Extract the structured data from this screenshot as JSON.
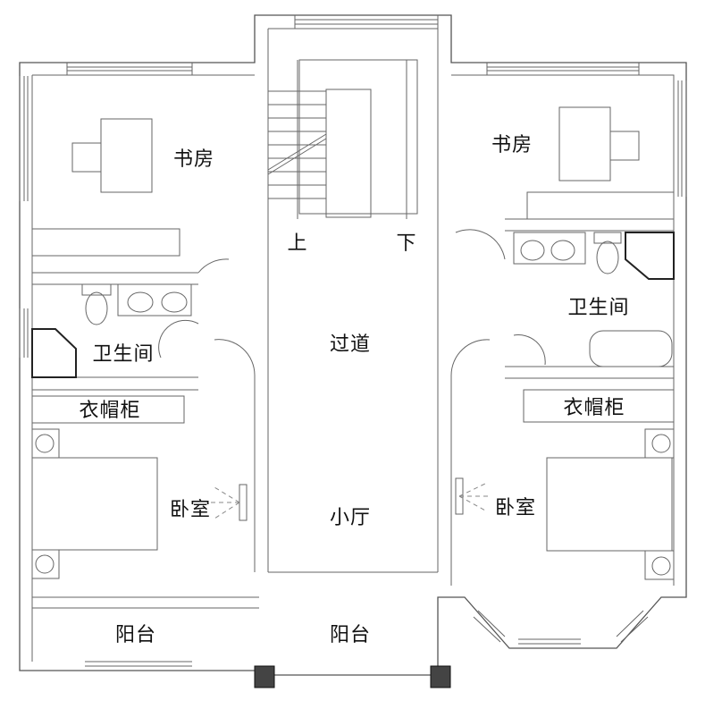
{
  "rooms": {
    "study_left": "书房",
    "study_right": "书房",
    "stair_up": "上",
    "stair_down": "下",
    "corridor": "过道",
    "bath_left": "卫生间",
    "bath_right": "卫生间",
    "closet_left": "衣帽柜",
    "closet_right": "衣帽柜",
    "bedroom_left": "卧室",
    "bedroom_right": "卧室",
    "small_hall": "小厅",
    "balcony_left": "阳台",
    "balcony_center": "阳台"
  },
  "colors": {
    "wall": "#555555",
    "pillar": "#444444"
  }
}
